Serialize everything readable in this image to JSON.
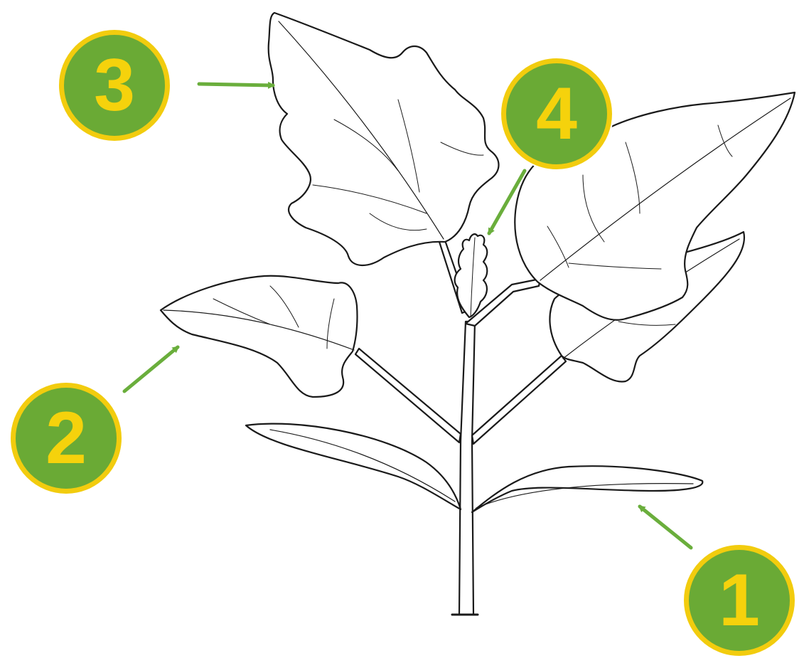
{
  "colors": {
    "badge_fill": "#6aaa35",
    "badge_ring": "#f2cc0e",
    "badge_text": "#f5d20c",
    "arrow": "#6aae3c",
    "line_art": "#1a1a1a",
    "background": "#ffffff"
  },
  "callouts": [
    {
      "number": "1"
    },
    {
      "number": "2"
    },
    {
      "number": "3"
    },
    {
      "number": "4"
    }
  ]
}
